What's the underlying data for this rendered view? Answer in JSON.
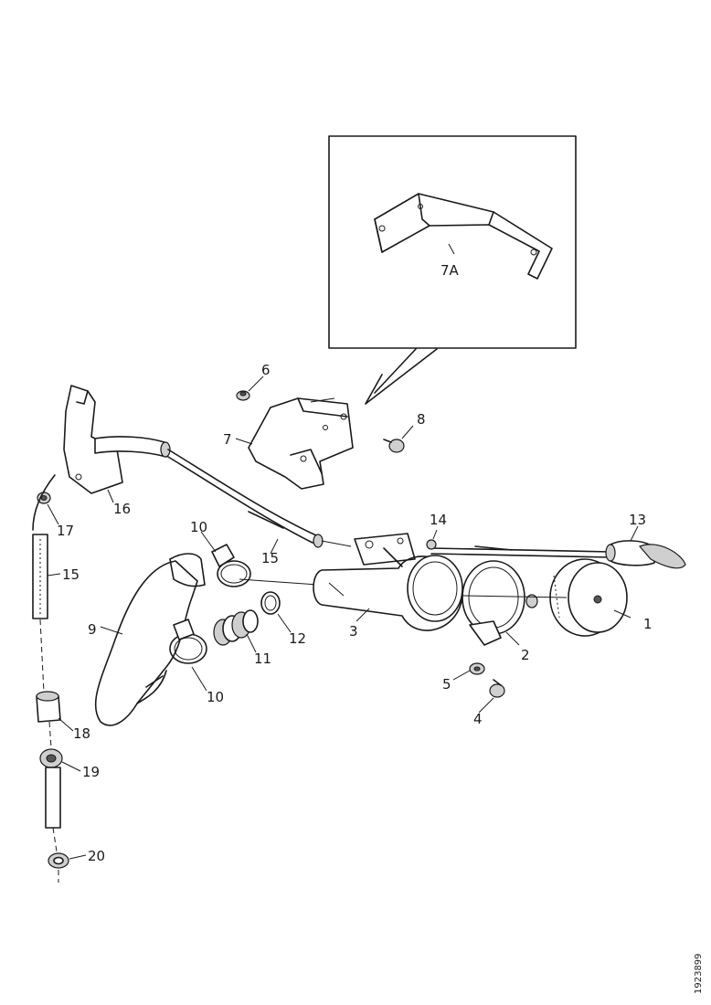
{
  "callouts": {
    "c1": "1",
    "c2": "2",
    "c3": "3",
    "c4": "4",
    "c5": "5",
    "c6": "6",
    "c7": "7",
    "c7a": "7A",
    "c8": "8",
    "c9": "9",
    "c10a": "10",
    "c10b": "10",
    "c11": "11",
    "c12": "12",
    "c13": "13",
    "c14": "14",
    "c15a": "15",
    "c15b": "15",
    "c16": "16",
    "c17": "17",
    "c18": "18",
    "c19": "19",
    "c20": "20"
  },
  "reference_number": "1923899"
}
